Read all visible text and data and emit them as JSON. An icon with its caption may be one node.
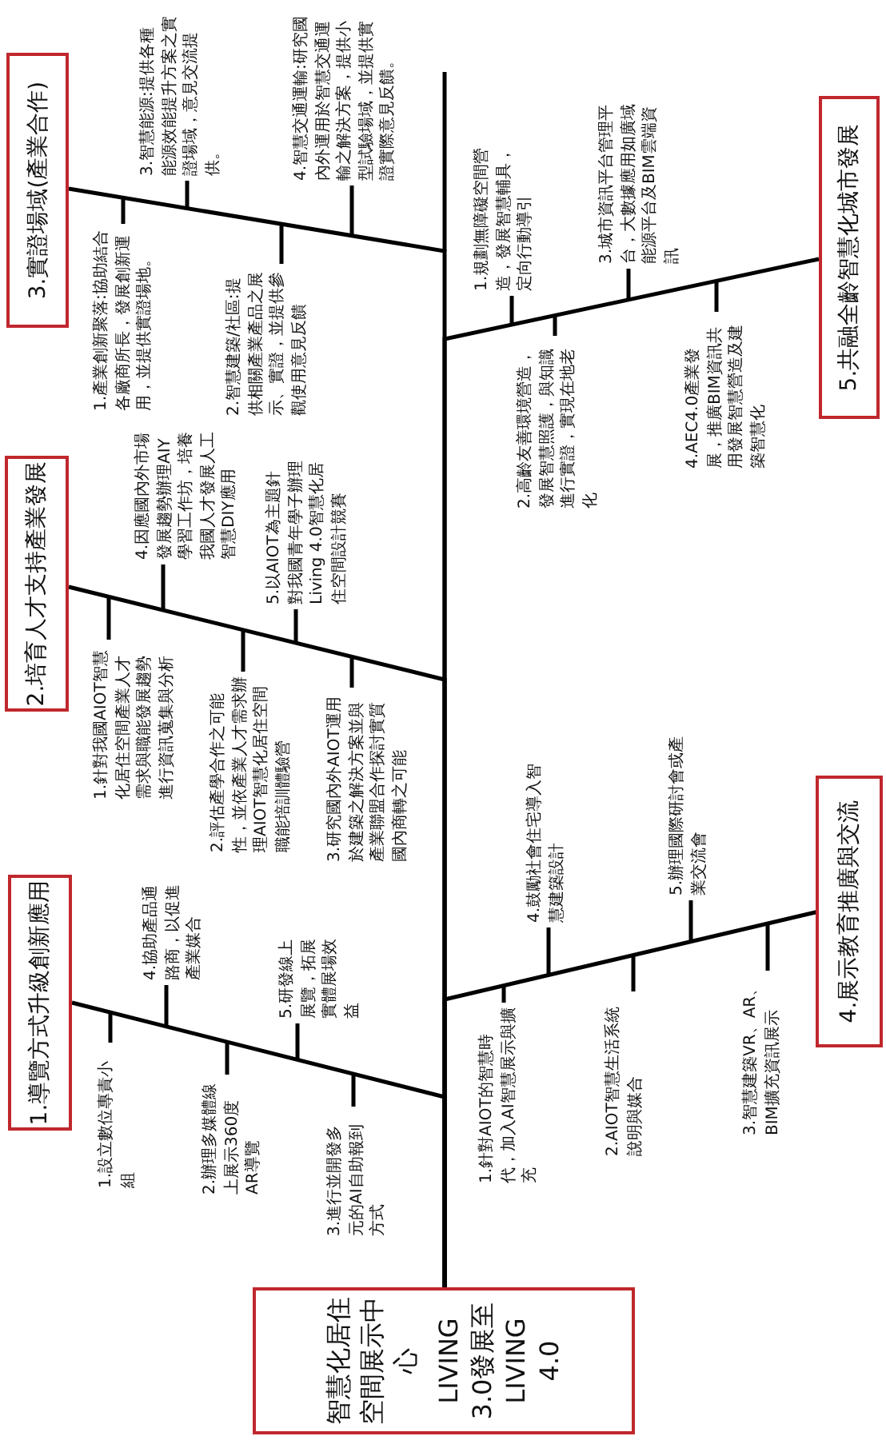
{
  "diagram": {
    "nodes": [
      {
        "text": [
          "智慧化居住空間展示中心",
          "LIVING 3.0發展至LIVING 4.0"
        ]
      },
      {
        "text": [
          "1.導覽方式升級創新應用"
        ]
      },
      {
        "text": [
          "2.培育人才支持產業發展"
        ]
      },
      {
        "text": [
          "3.實證場域(產業合作)"
        ]
      },
      {
        "text": [
          "4.展示教育推廣與交流"
        ]
      },
      {
        "text": [
          "5.共融全齡智慧化城市發展"
        ]
      }
    ],
    "edges": [
      {
        "from": 1,
        "to": 0,
        "arrow": "none"
      },
      {
        "from": 2,
        "to": 0,
        "arrow": "none"
      },
      {
        "from": 3,
        "to": 0,
        "arrow": "none"
      },
      {
        "from": 4,
        "to": 0,
        "arrow": "none"
      },
      {
        "from": 5,
        "to": 0,
        "arrow": "none"
      }
    ],
    "labels": [
      "1.設立數位專責小組",
      "2.辦理多媒體線上展示360度AR導覽",
      "3.進行並開發多元的AI自助報到方式",
      "4.協助產品通路商，以促進產業媒合",
      "5.研發線上展覽，拓展實體展場效益",
      "1.針對我國AIOT智慧化居住空間產業人才需求與職能發展趨勢進行資訊蒐集與分析",
      "2.評估產學合作之可能性，並依產業人才需求辦理AIOT智慧化居住空間職能培訓體驗營",
      "3.研究國內外AIOT運用於建築之解決方案並與產業聯盟合作探討實質國內商轉之可能",
      "4.因應國內外市場發展趨勢辦理AIY學習工作坊，培養我國人才發展人工智慧DIY應用",
      "5.以AIOT為主題針對我國青年學子辦理Living 4.0智慧化居住空間設計競賽",
      "1.產業創新聚落:協助結合各廠商所長，發展創新運用，並提供實證場地。",
      "2.智慧建築/社區:提供相關產業產品之展示、實證，並提供參觀使用意見反饋",
      "3.智慧能源:提供各種能源效能提升方案之實證場域，意見交流提供。",
      "4.智慧交通運輸:研究國內外運用於智慧交通運輸之解決方案，提供小型試驗場域，並提供實證實際意見反饋。",
      "1.針對AIOT的智慧時代，加入AI智慧展示與擴充",
      "2.AIOT智慧生活系統說明與媒合",
      "3.智慧建築VR、AR、BIM擴充資訊展示",
      "4.鼓勵社會住宅導入智慧建築設計",
      "5.辦理國際研討會或產業交流會",
      "1.規劃無障礙空間營造，發展智慧輔具，定向行動導引",
      "2.高齡友善環境營造，發展智慧照護，與知識進行實證，實現在地老化",
      "3.城市資訊平台管理平台，大數據應用如廣域能源平台及BIM雲端資訊",
      "4.AEC4.0產業發展，推廣BIM資訊共用發展智慧營造及建築智慧化"
    ]
  }
}
